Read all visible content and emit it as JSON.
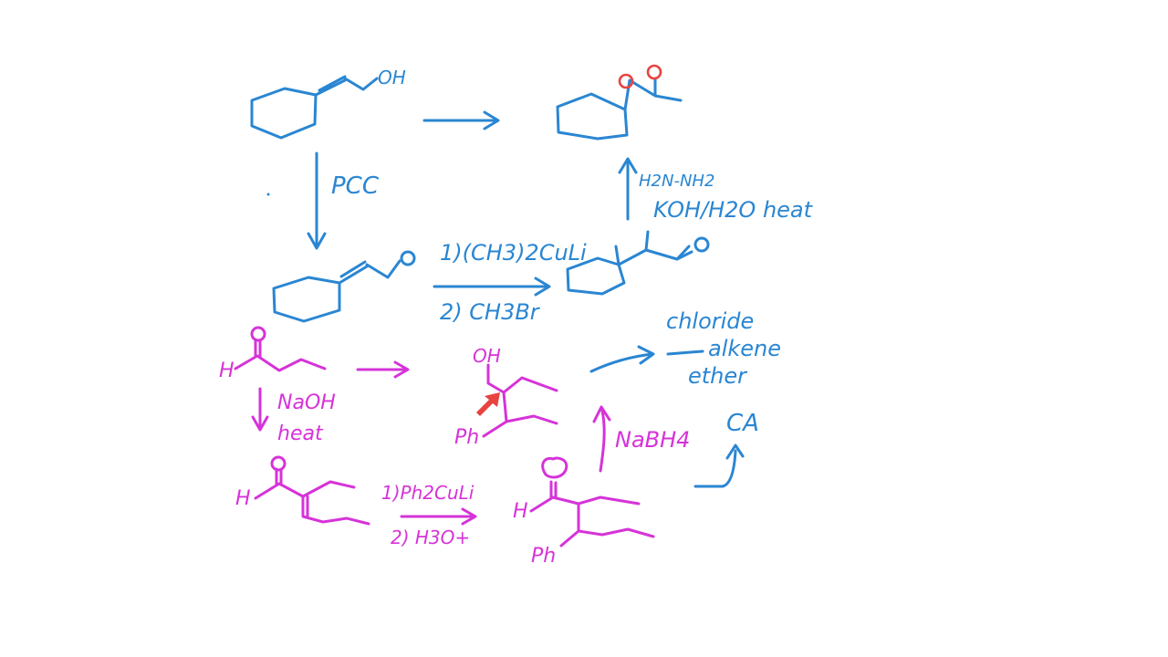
{
  "colors": {
    "blue_ink": "#2a86d2",
    "magenta_ink": "#d633d8",
    "red_ink": "#e8433f",
    "background": "#ffffff"
  },
  "blue_section": {
    "start_molecule": {
      "oh_label": "OH"
    },
    "product_top_right": {
      "oxygen_label_1": "O",
      "oxygen_label_2": "O"
    },
    "pcc_step": {
      "reagent": "PCC"
    },
    "enal": {
      "oxygen_label": "O"
    },
    "cuprate_step": {
      "reagent_1": "1)(CH3)2CuLi",
      "reagent_2": "2) CH3Br"
    },
    "aldehyde": {
      "oxygen_label": "O"
    },
    "wolff_kishner_step": {
      "reagent_1": "H2N-NH2",
      "reagent_2": "KOH/H2O heat"
    },
    "notes": {
      "line_1": "chloride",
      "line_2": "alkene",
      "line_3": "ether",
      "ca": "CA"
    }
  },
  "magenta_section": {
    "butanal": {
      "h_label": "H",
      "oxygen_label": "O"
    },
    "aldol_step": {
      "reagent_1": "NaOH",
      "reagent_2": "heat"
    },
    "alcohol": {
      "oh_label": "OH",
      "ph_label": "Ph"
    },
    "enal": {
      "h_label": "H",
      "oxygen_label": "O"
    },
    "cuprate_step": {
      "reagent_1": "1)Ph2CuLi",
      "reagent_2": "2) H3O+"
    },
    "aldehyde": {
      "h_label": "H",
      "oxygen_label": "O",
      "ph_label": "Ph"
    },
    "reduction_step": {
      "reagent": "NaBH4"
    }
  }
}
